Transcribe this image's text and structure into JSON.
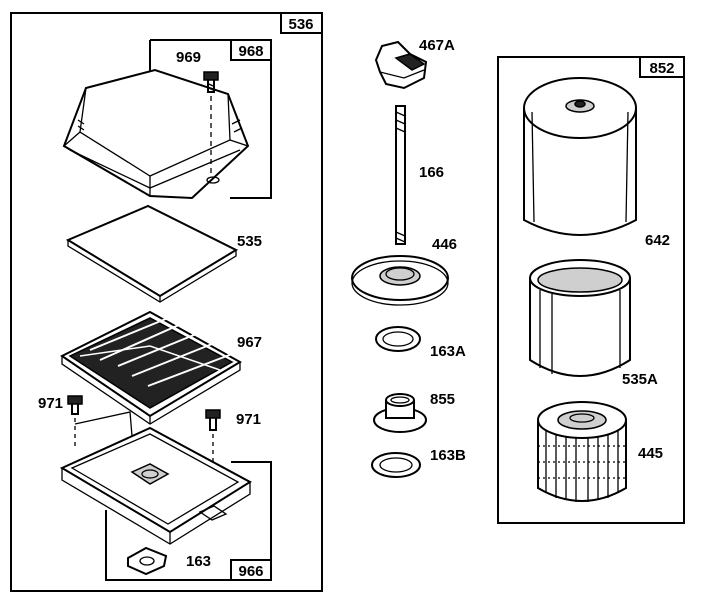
{
  "groups": {
    "assembly": "536",
    "cover_group": "968",
    "base_group": "966",
    "cartridge_group": "852"
  },
  "parts": {
    "screw_969": "969",
    "seal_535": "535",
    "element_967": "967",
    "screw_971_left": "971",
    "screw_971_right": "971",
    "gasket_163": "163",
    "knob_467a": "467A",
    "stud_166": "166",
    "washer_446": "446",
    "seal_163a": "163A",
    "grommet_855": "855",
    "seal_163b": "163B",
    "cover_642": "642",
    "prescreen_535a": "535A",
    "cartridge_445": "445"
  }
}
